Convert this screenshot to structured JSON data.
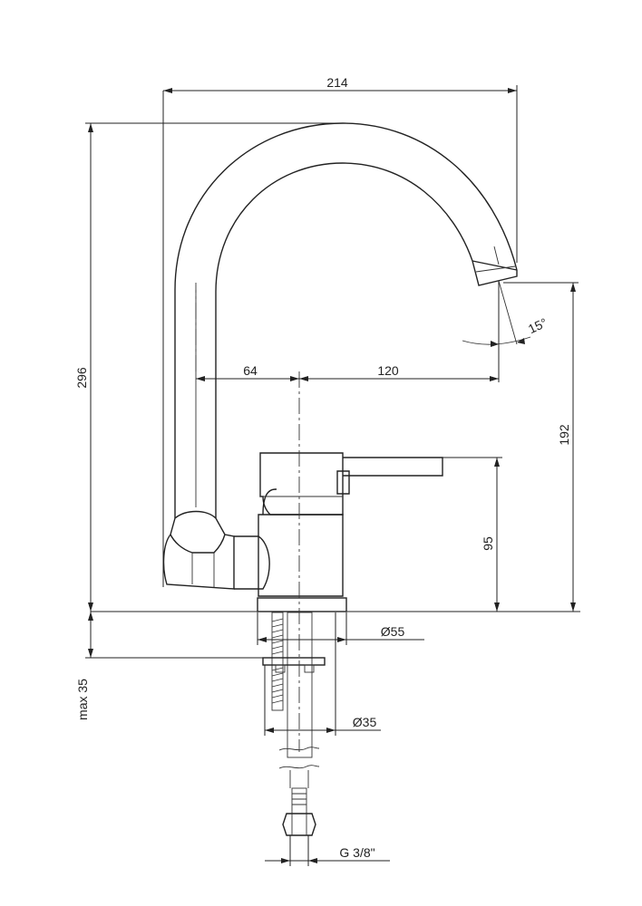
{
  "dimensions": {
    "total_width": "214",
    "total_height": "296",
    "offset_left": "64",
    "offset_right": "120",
    "spout_height": "192",
    "handle_height": "95",
    "spout_angle": "15°",
    "base_diameter": "Ø55",
    "shank_diameter": "Ø35",
    "mounting_thickness": "max 35",
    "connection_thread": "G 3/8\""
  },
  "colors": {
    "line": "#222222",
    "background": "#ffffff"
  }
}
